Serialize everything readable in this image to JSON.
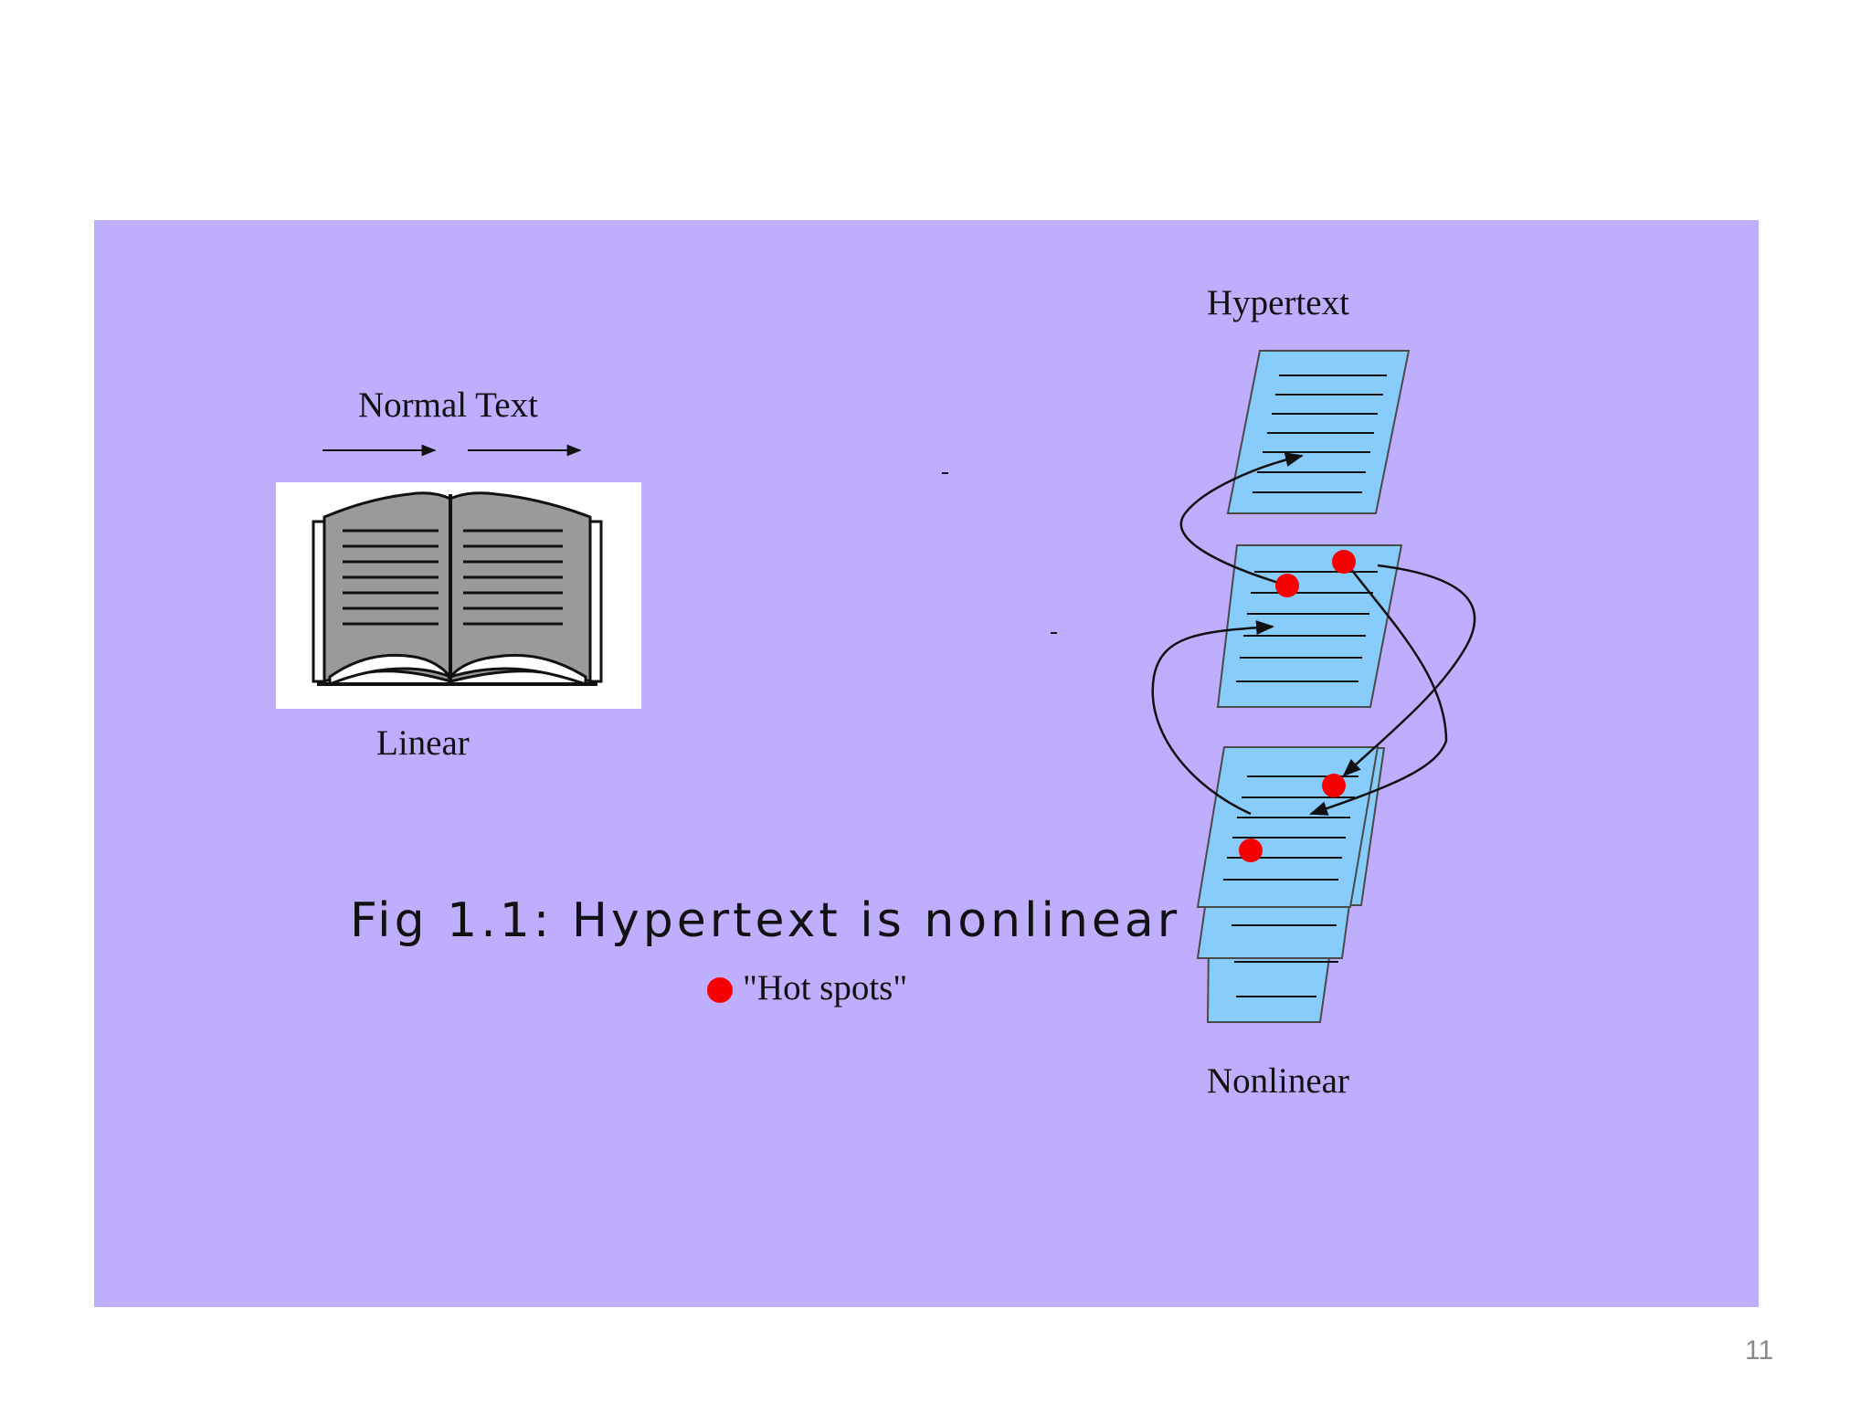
{
  "diagram": {
    "normal_text_label": "Normal Text",
    "linear_label": "Linear",
    "hypertext_label": "Hypertext",
    "nonlinear_label": "Nonlinear",
    "legend_label": "\"Hot spots\"",
    "caption": "Fig 1.1:  Hypertext is nonlinear"
  },
  "colors": {
    "panel_background": "#bfaefe",
    "page_fill": "#88ccfc",
    "hot_spot": "#f80000",
    "book_pages": "#9a9a9a"
  },
  "slide": {
    "page_number": "11"
  }
}
